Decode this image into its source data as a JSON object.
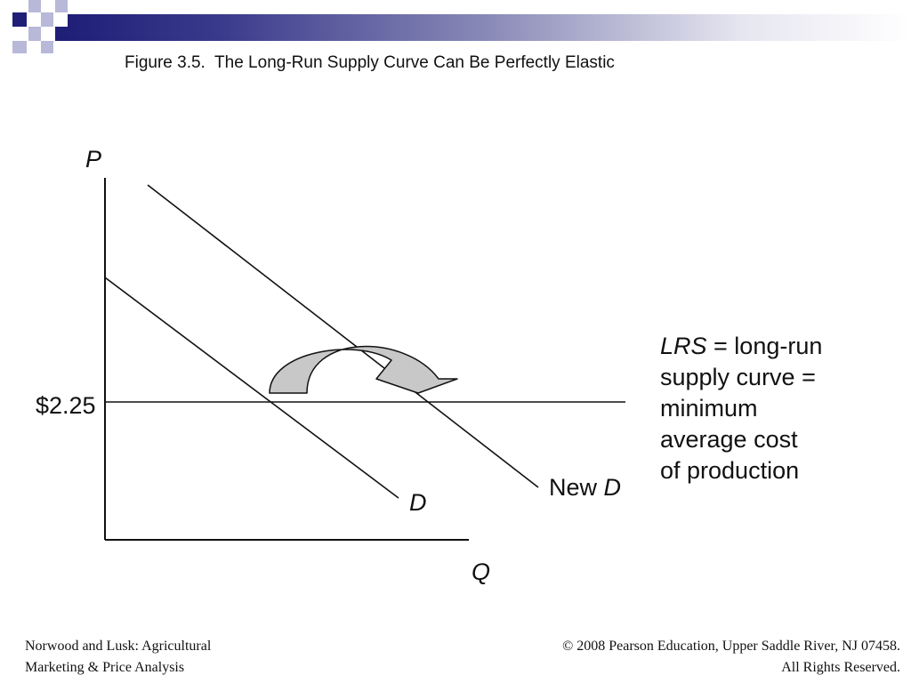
{
  "slide": {
    "title": "Figure 3.5.  The Long-Run Supply Curve Can Be Perfectly Elastic",
    "colors": {
      "bar_dark": "#1f1f78",
      "square_light": "#b8b8d8",
      "arrow_fill": "#c8c8c8"
    }
  },
  "diagram": {
    "axis_y_label": "P",
    "axis_x_label": "Q",
    "price_label": "$2.25",
    "demand_label": "D",
    "new_demand_prefix": "New ",
    "new_demand_label": "D",
    "lrs": {
      "term": "LRS",
      "line1_rest": " = long-run",
      "line2": "supply curve =",
      "line3": "minimum",
      "line4": "average cost",
      "line5": "of production"
    }
  },
  "footer": {
    "left_line1": "Norwood and Lusk: Agricultural",
    "left_line2": "Marketing & Price Analysis",
    "right_line1": "© 2008 Pearson Education, Upper Saddle River, NJ 07458.",
    "right_line2": "All Rights Reserved."
  }
}
